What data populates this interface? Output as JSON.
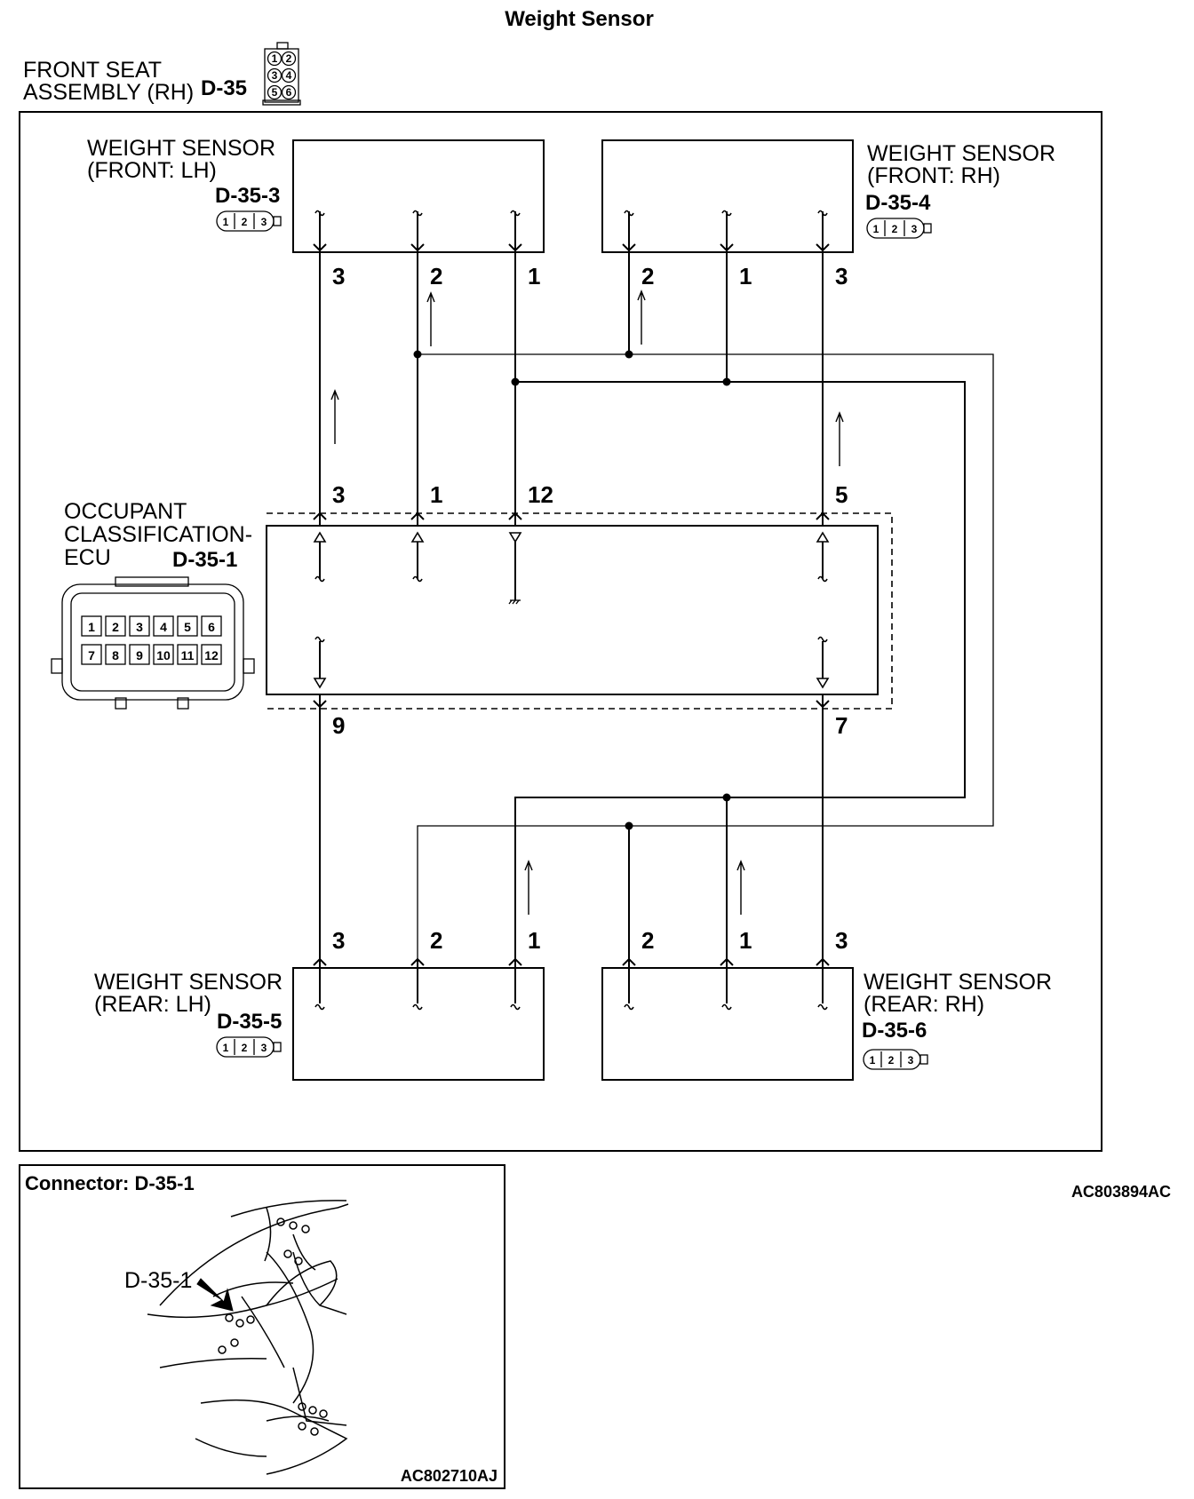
{
  "title": "Weight Sensor",
  "assembly": {
    "line1": "FRONT SEAT",
    "line2": "ASSEMBLY (RH)",
    "connector": "D-35",
    "pins": [
      "1",
      "2",
      "3",
      "4",
      "5",
      "6"
    ]
  },
  "sensors": {
    "front_lh": {
      "line1": "WEIGHT SENSOR",
      "line2": "(FRONT: LH)",
      "connector": "D-35-3",
      "pins": [
        "3",
        "2",
        "1"
      ]
    },
    "front_rh": {
      "line1": "WEIGHT SENSOR",
      "line2": "(FRONT: RH)",
      "connector": "D-35-4",
      "pins": [
        "2",
        "1",
        "3"
      ]
    },
    "rear_lh": {
      "line1": "WEIGHT SENSOR",
      "line2": "(REAR: LH)",
      "connector": "D-35-5",
      "pins": [
        "3",
        "2",
        "1"
      ]
    },
    "rear_rh": {
      "line1": "WEIGHT SENSOR",
      "line2": "(REAR: RH)",
      "connector": "D-35-6",
      "pins": [
        "2",
        "1",
        "3"
      ]
    },
    "connector_pins": [
      "1",
      "2",
      "3"
    ]
  },
  "ecu": {
    "line1": "OCCUPANT",
    "line2": "CLASSIFICATION-",
    "line3": "ECU",
    "connector": "D-35-1",
    "top_pins": [
      "3",
      "1",
      "12",
      "5"
    ],
    "bottom_pins": [
      "9",
      "7"
    ],
    "pin_grid": [
      "1",
      "2",
      "3",
      "4",
      "5",
      "6",
      "7",
      "8",
      "9",
      "10",
      "11",
      "12"
    ]
  },
  "inset": {
    "title": "Connector: D-35-1",
    "callout": "D-35-1",
    "code": "AC802710AJ"
  },
  "figure_code": "AC803894AC"
}
